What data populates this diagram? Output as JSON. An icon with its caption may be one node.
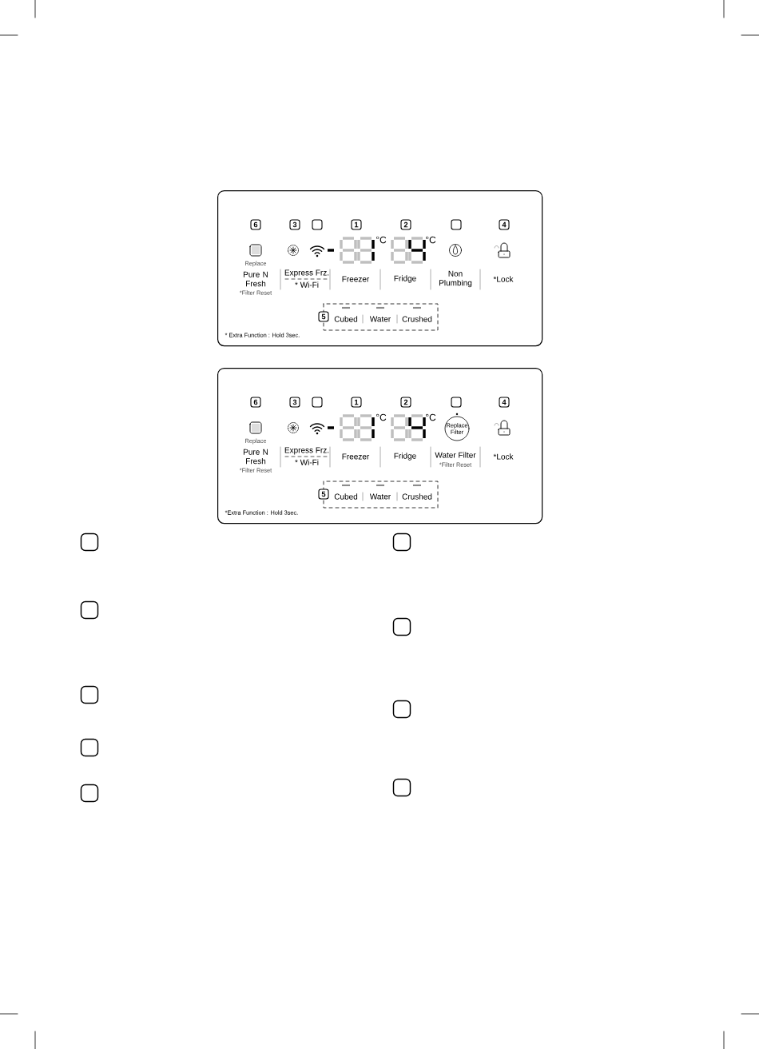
{
  "diagram": {
    "nodes": [
      {
        "text": [],
        "shape": "box"
      },
      {
        "text": [
          "6"
        ],
        "in": 0
      },
      {
        "text": [
          "3"
        ],
        "in": 0
      },
      {
        "text": [],
        "shape": "box",
        "in": 0
      },
      {
        "text": [
          "1"
        ],
        "in": 0
      },
      {
        "text": [
          "2"
        ],
        "in": 0
      },
      {
        "text": [],
        "shape": "box",
        "in": 0
      },
      {
        "text": [
          "4"
        ],
        "in": 0
      },
      {
        "text": [
          "Cubed",
          "Water",
          "Crushed"
        ],
        "in": 0
      },
      {
        "text": [
          "5"
        ],
        "in": 8
      },
      {
        "text": [],
        "shape": "box"
      },
      {
        "text": [
          "6"
        ],
        "in": 10
      },
      {
        "text": [
          "3"
        ],
        "in": 10
      },
      {
        "text": [],
        "shape": "box",
        "in": 10
      },
      {
        "text": [
          "1"
        ],
        "in": 10
      },
      {
        "text": [
          "2"
        ],
        "in": 10
      },
      {
        "text": [],
        "shape": "box",
        "in": 10
      },
      {
        "text": [
          "4"
        ],
        "in": 10
      },
      {
        "text": [
          "Cubed",
          "Water",
          "Crushed"
        ],
        "in": 10
      },
      {
        "text": [
          "5"
        ],
        "in": 18
      },
      {
        "text": [],
        "shape": "box"
      },
      {
        "text": [],
        "shape": "box"
      },
      {
        "text": [],
        "shape": "box"
      },
      {
        "text": [],
        "shape": "box"
      },
      {
        "text": [],
        "shape": "box"
      },
      {
        "text": [],
        "shape": "box"
      },
      {
        "text": [],
        "shape": "box"
      },
      {
        "text": [],
        "shape": "box"
      },
      {
        "text": [],
        "shape": "box"
      }
    ],
    "labels": [
      "°C",
      "°C",
      "Replace",
      "Pure N Fresh",
      "*Filter Reset",
      "Express Frz.",
      "* Wi-Fi",
      "Freezer",
      "Fridge",
      "Non Plumbing",
      "*Lock",
      "* Extra Function : Hold 3sec.",
      "°C",
      "°C",
      "Replace Filter",
      "Replace",
      "Pure N Fresh",
      "*Filter Reset",
      "Express Frz.",
      "* Wi-Fi",
      "Freezer",
      "Fridge",
      "Water Filter",
      "*Filter Reset",
      "*Lock",
      "*Extra Function : Hold 3sec."
    ]
  }
}
